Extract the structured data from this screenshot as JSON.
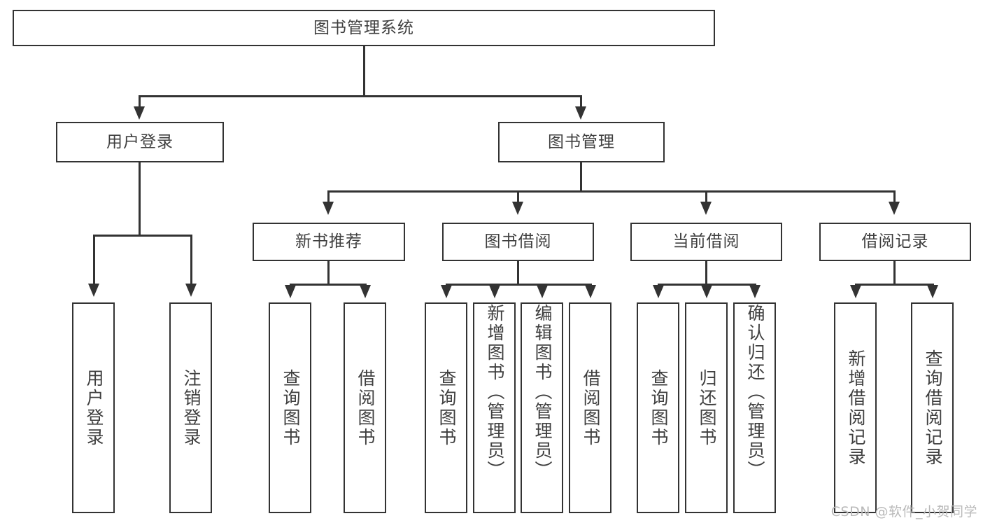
{
  "diagram": {
    "type": "hierarchy-tree",
    "title": "图书管理系统",
    "watermark": "CSDN @软件_小贺同学",
    "colors": {
      "stroke": "#333333",
      "text": "#3f3f3f",
      "background": "#ffffff",
      "watermark": "#b9b9b9"
    },
    "levels": {
      "root": {
        "label": "图书管理系统"
      },
      "level2": [
        {
          "label": "用户登录"
        },
        {
          "label": "图书管理"
        }
      ],
      "level3": [
        {
          "label": "新书推荐"
        },
        {
          "label": "图书借阅"
        },
        {
          "label": "当前借阅"
        },
        {
          "label": "借阅记录"
        }
      ]
    },
    "leaves": {
      "user_login": [
        {
          "label": "用户登录"
        },
        {
          "label": "注销登录"
        }
      ],
      "new_book_recommend": [
        {
          "label": "查询图书"
        },
        {
          "label": "借阅图书"
        }
      ],
      "book_borrow": [
        {
          "label": "查询图书"
        },
        {
          "label": "新增图书（管理员）"
        },
        {
          "label": "编辑图书（管理员）"
        },
        {
          "label": "借阅图书"
        }
      ],
      "current_borrow": [
        {
          "label": "查询图书"
        },
        {
          "label": "归还图书"
        },
        {
          "label": "确认归还（管理员）"
        }
      ],
      "borrow_record": [
        {
          "label": "新增借阅记录"
        },
        {
          "label": "查询借阅记录"
        }
      ]
    }
  }
}
